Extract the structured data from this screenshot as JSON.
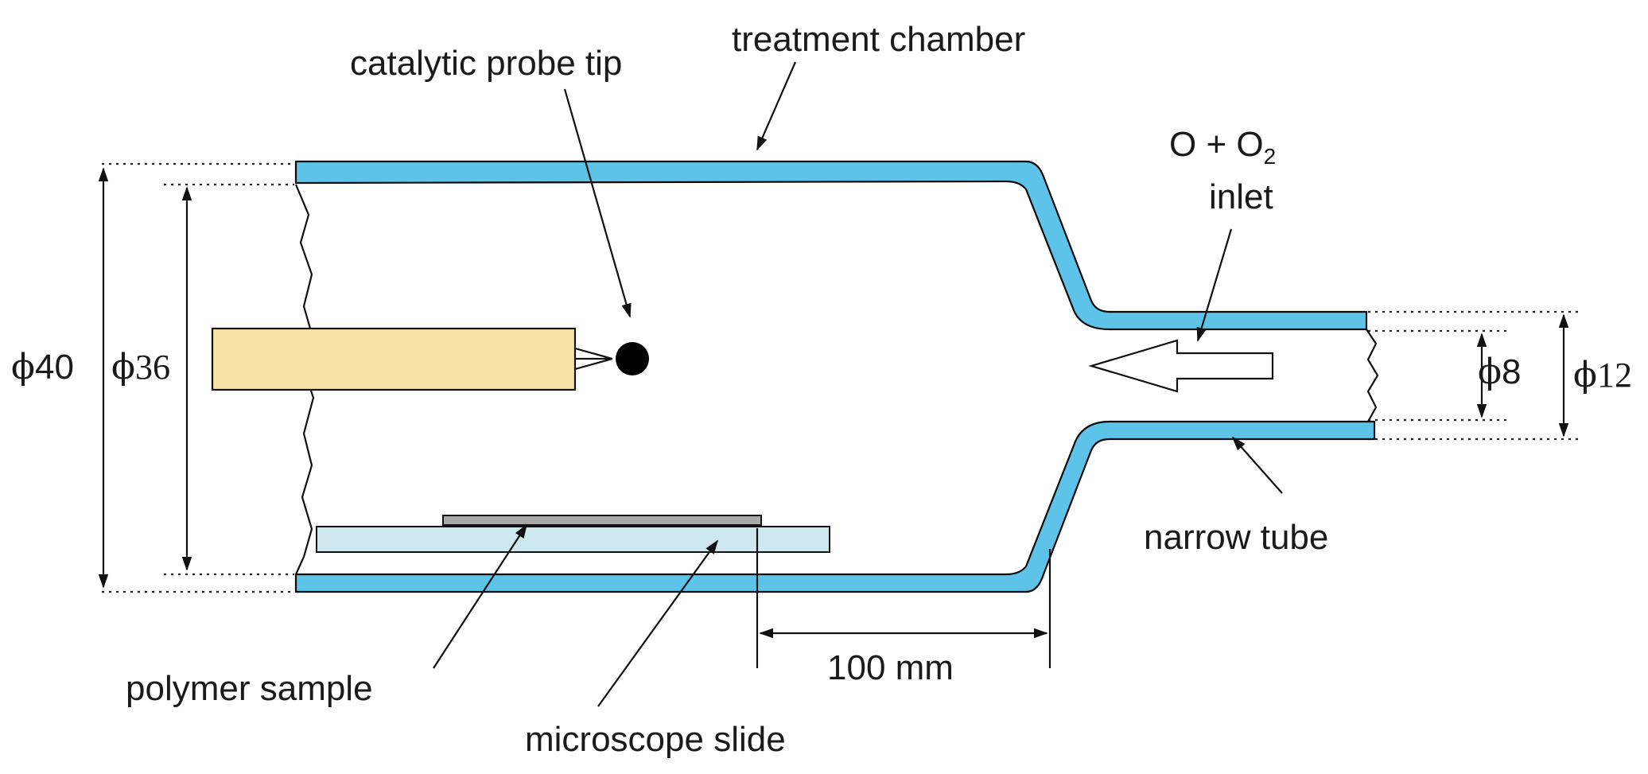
{
  "colors": {
    "tube_wall": "#5ec3e8",
    "probe_body": "#f7e3a6",
    "probe_tip": "#000000",
    "slide": "#cde8ee",
    "sample": "#a9a9a9"
  },
  "labels": {
    "catalytic_probe_tip": "catalytic probe tip",
    "treatment_chamber": "treatment chamber",
    "inlet_gas_main": "O + O",
    "inlet_gas_subscript": "2",
    "inlet_word": "inlet",
    "narrow_tube": "narrow tube",
    "polymer_sample": "polymer sample",
    "microscope_slide": "microscope slide",
    "distance": "100 mm"
  },
  "dimensions": {
    "phi_symbol": "ϕ",
    "outer_chamber": "40",
    "inner_chamber": "36",
    "inner_tube": "8",
    "outer_tube": "12"
  },
  "icons": {
    "flow_arrow": "left-arrow-outline-icon",
    "probe_tip": "filled-circle-icon"
  }
}
